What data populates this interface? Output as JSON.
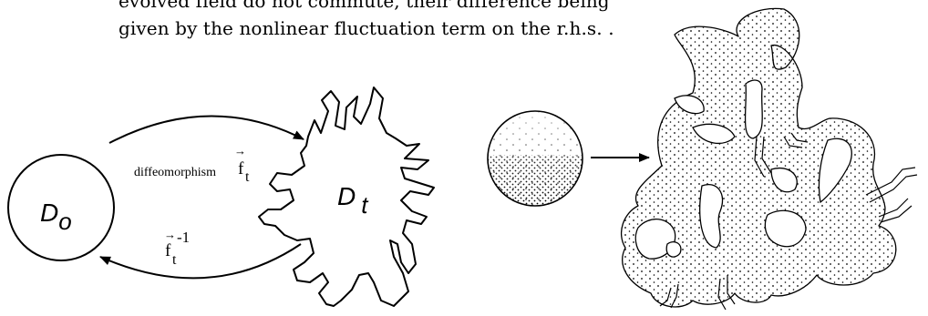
{
  "paragraph": {
    "line1": "evolved field do not commute, their difference being",
    "line2": "given by the nonlinear fluctuation term on the r.h.s. ."
  },
  "left_figure": {
    "domain_initial_D": "D",
    "domain_initial_sub": "o",
    "domain_evolved_D": "D",
    "domain_evolved_sub": "t",
    "forward_label": "diffeomorphism",
    "forward_f": "f",
    "forward_sub": "t",
    "inverse_f": "f",
    "inverse_sub": "t",
    "inverse_sup": "-1",
    "vector_arrow": "→"
  }
}
